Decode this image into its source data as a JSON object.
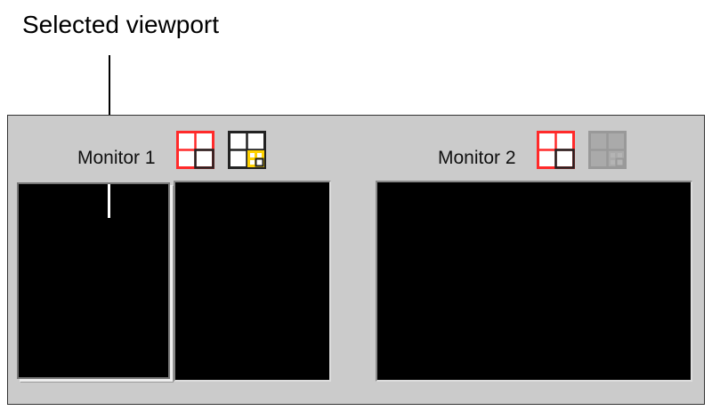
{
  "callout": {
    "text": "Selected viewport"
  },
  "monitors": [
    {
      "label": "Monitor 1",
      "icons": [
        "layout-2x2-selected-icon",
        "layout-quad-split-icon"
      ]
    },
    {
      "label": "Monitor 2",
      "icons": [
        "layout-2x2-selected-icon",
        "layout-quad-split-disabled-icon"
      ]
    }
  ],
  "colors": {
    "panel": "#cbcbcb",
    "selected_icon": "#ff2a2a",
    "split_icon": "#ffd200",
    "viewport": "#000000"
  }
}
